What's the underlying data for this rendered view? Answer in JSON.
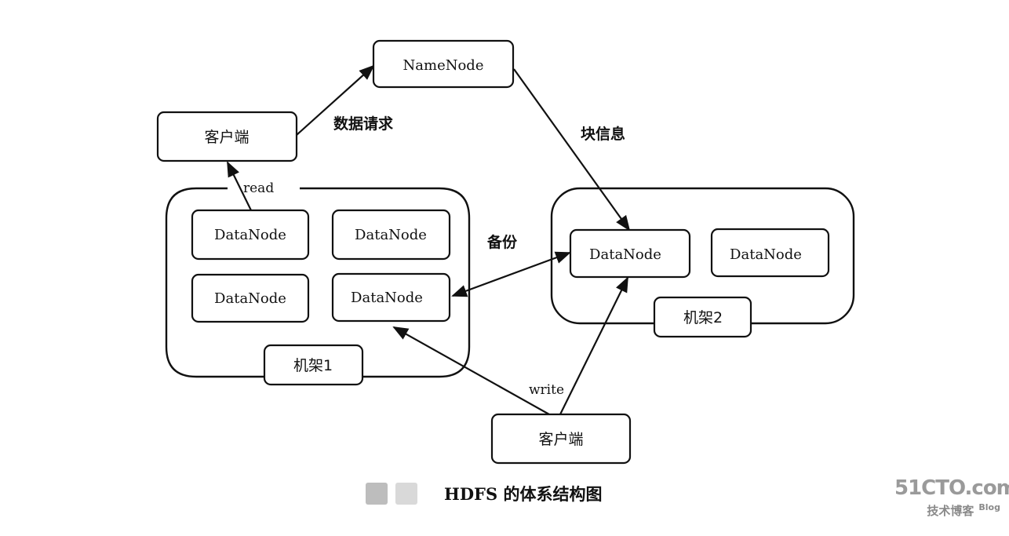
{
  "diagram": {
    "namenode": "NameNode",
    "client_top": "客户端",
    "client_bottom": "客户端",
    "rack1": {
      "label": "机架1",
      "nodes": [
        "DataNode",
        "DataNode",
        "DataNode",
        "DataNode"
      ]
    },
    "rack2": {
      "label": "机架2",
      "nodes": [
        "DataNode",
        "DataNode"
      ]
    },
    "edges": {
      "data_request": "数据请求",
      "block_info": "块信息",
      "read": "read",
      "backup": "备份",
      "write": "write"
    }
  },
  "caption": "HDFS 的体系结构图",
  "watermark": {
    "logo": "51CTO.com",
    "subtitle": "技术博客",
    "blog": "Blog"
  }
}
